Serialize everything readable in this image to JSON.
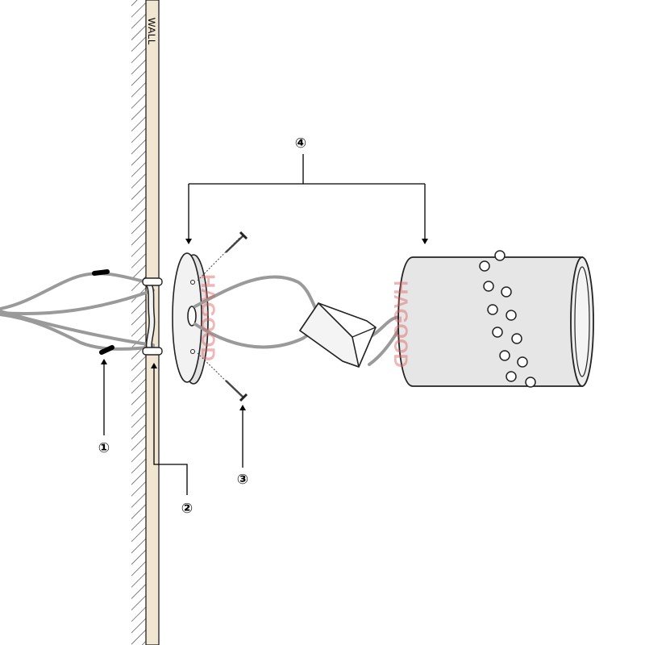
{
  "wall": {
    "label": "WALL"
  },
  "callouts": [
    {
      "id": "1",
      "symbol": "①"
    },
    {
      "id": "2",
      "symbol": "②"
    },
    {
      "id": "3",
      "symbol": "③"
    },
    {
      "id": "4",
      "symbol": "④"
    }
  ],
  "watermark": "HAGOOD",
  "colors": {
    "wall_fill": "#f0e6d2",
    "shade_fill": "#e6e6e6",
    "line": "#222222",
    "wire": "#9a9a9a",
    "watermark": "#e06060"
  }
}
